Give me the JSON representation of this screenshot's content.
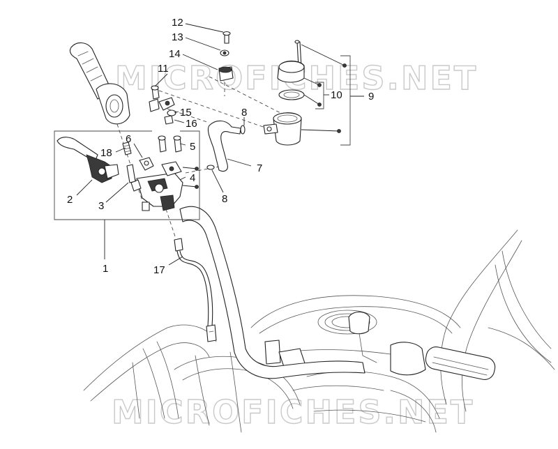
{
  "watermark": "MICROFICHES.NET",
  "callouts": {
    "c1": "1",
    "c2": "2",
    "c3": "3",
    "c4": "4",
    "c5": "5",
    "c6": "6",
    "c7": "7",
    "c8a": "8",
    "c8b": "8",
    "c9": "9",
    "c10": "10",
    "c11": "11",
    "c12": "12",
    "c13": "13",
    "c14": "14",
    "c15": "15",
    "c16": "16",
    "c17": "17",
    "c18": "18"
  }
}
